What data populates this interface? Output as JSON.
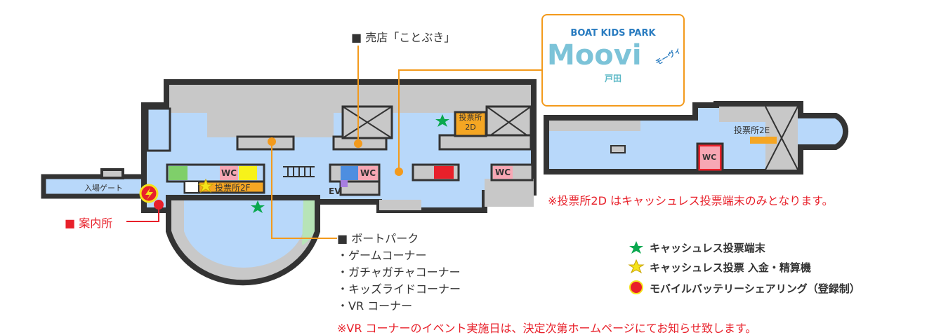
{
  "logo": {
    "title": "BOAT KIDS PARK",
    "name": "Moovi",
    "kana": "モーヴィ",
    "location": "戸田"
  },
  "labels": {
    "shop": "■ 売店「ことぶき」",
    "info": "■ 案内所",
    "entrance_gate": "入場ゲート",
    "booth_2f": "投票所2F",
    "booth_2d": "投票所\n2D",
    "booth_2e": "投票所2E",
    "wc": "WC",
    "ev": "EV"
  },
  "boat_park": {
    "title": "■ ボートパーク",
    "items": [
      "・ゲームコーナー",
      "・ガチャガチャコーナー",
      "・キッズライドコーナー",
      "・VR コーナー"
    ]
  },
  "notes": {
    "booth_2d": "※投票所2D はキャッシュレス投票端末のみとなります。",
    "vr": "※VR コーナーのイベント実施日は、決定次第ホームページにてお知らせ致します。"
  },
  "legend": [
    {
      "icon": "green-star",
      "color": "#0aa84f",
      "label": "キャッシュレス投票端末"
    },
    {
      "icon": "yellow-star",
      "color": "#f5e31a",
      "label": "キャッシュレス投票 入金・精算機"
    },
    {
      "icon": "battery-share",
      "color": "#e8202a",
      "label": "モバイルバッテリーシェアリング（登録制）"
    }
  ],
  "colors": {
    "floor": "#b8d8fa",
    "wall": "#333333",
    "room": "#c8c8c8",
    "accent": "#f39a1c",
    "red": "#e8202a"
  }
}
